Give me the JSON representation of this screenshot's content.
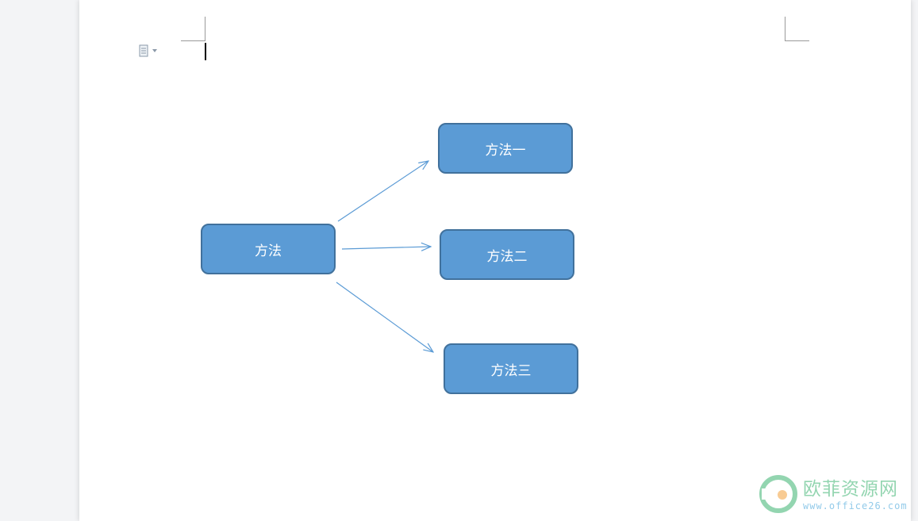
{
  "document": {
    "diagram": {
      "root": {
        "label": "方法"
      },
      "children": [
        {
          "label": "方法一"
        },
        {
          "label": "方法二"
        },
        {
          "label": "方法三"
        }
      ]
    },
    "paste_options": {
      "icon": "paste-options-icon",
      "dropdown_icon": "chevron-down-icon"
    }
  },
  "watermark": {
    "title": "欧菲资源网",
    "url": "www.office26.com"
  },
  "colors": {
    "node_fill": "#5b9bd5",
    "node_border": "#41719c",
    "arrow": "#5b9bd5",
    "watermark_green": "#3cb371",
    "watermark_blue": "#3aa0d8"
  }
}
